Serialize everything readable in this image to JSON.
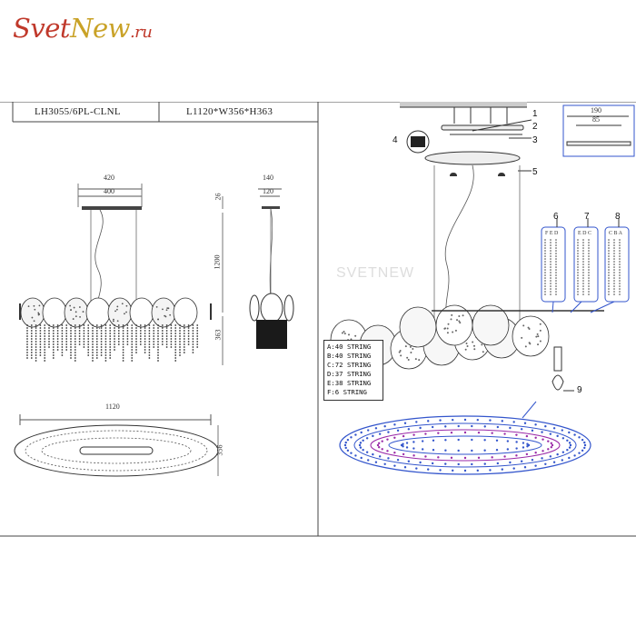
{
  "logo": {
    "part1": "Svet",
    "part2": "New",
    "part3": ".ru"
  },
  "header": {
    "model": "LH3055/6PL-CLNL",
    "dimensions": "L1120*W356*H363"
  },
  "front_view": {
    "width_outer": "420",
    "width_inner": "400",
    "canopy_h": "26",
    "drop": "1200",
    "body_h": "363",
    "length": "1120"
  },
  "side_view": {
    "width_outer": "140",
    "width_inner": "120"
  },
  "top_view": {
    "width": "356"
  },
  "detail": {
    "outer": "190",
    "inner": "85"
  },
  "legend": [
    "A:40 STRING",
    "B:40 STRING",
    "C:72 STRING",
    "D:37 STRING",
    "E:38 STRING",
    "F:6 STRING"
  ],
  "callouts": [
    "1",
    "2",
    "3",
    "4",
    "5",
    "6",
    "7",
    "8",
    "9"
  ],
  "string_groups": {
    "g6": "F E D",
    "g7": "E D C",
    "g8": "C B A"
  },
  "watermark": "SVETNEW"
}
